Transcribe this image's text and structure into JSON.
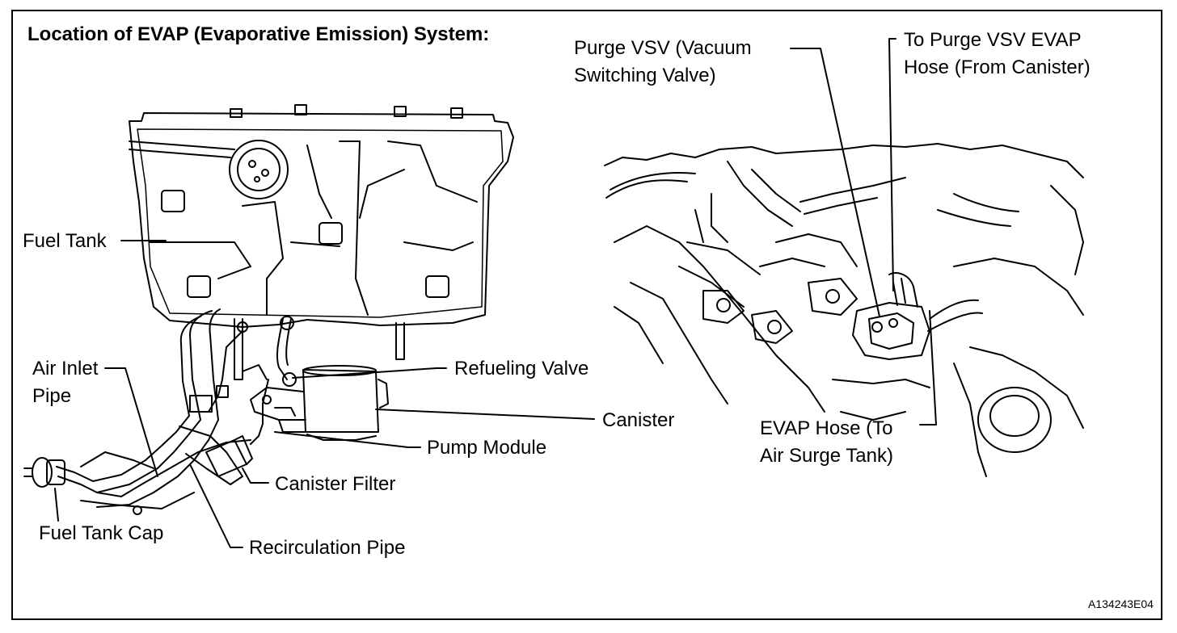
{
  "title": "Location of EVAP (Evaporative Emission) System:",
  "labels": {
    "fuel_tank": "Fuel Tank",
    "air_inlet_pipe_1": "Air Inlet",
    "air_inlet_pipe_2": "Pipe",
    "fuel_tank_cap": "Fuel Tank Cap",
    "recirculation_pipe": "Recirculation Pipe",
    "canister_filter": "Canister Filter",
    "pump_module": "Pump Module",
    "canister": "Canister",
    "refueling_valve": "Refueling Valve",
    "purge_vsv_1": "Purge VSV (Vacuum",
    "purge_vsv_2": "Switching Valve)",
    "to_purge_vsv_hose_1": "To Purge VSV EVAP",
    "to_purge_vsv_hose_2": "Hose (From Canister)",
    "evap_hose_1": "EVAP Hose (To",
    "evap_hose_2": "Air Surge Tank)"
  },
  "figure_code": "A134243E04",
  "colors": {
    "line": "#000000",
    "background": "#ffffff"
  }
}
